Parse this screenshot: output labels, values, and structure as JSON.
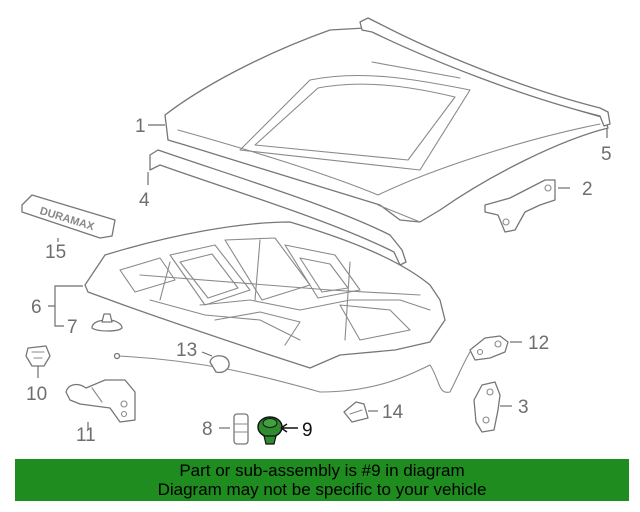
{
  "callouts": {
    "c1": "1",
    "c2": "2",
    "c3": "3",
    "c4": "4",
    "c5": "5",
    "c6": "6",
    "c7": "7",
    "c8": "8",
    "c9": "9",
    "c10": "10",
    "c11": "11",
    "c12": "12",
    "c13": "13",
    "c14": "14",
    "c15": "15"
  },
  "emblem_text": "DURAMAX",
  "highlight_color": "#2e8b2e",
  "banner": {
    "line1": "Part or sub-assembly is #9 in diagram",
    "line2": "Diagram may not be specific to your vehicle",
    "background": "#1e8c1e"
  }
}
